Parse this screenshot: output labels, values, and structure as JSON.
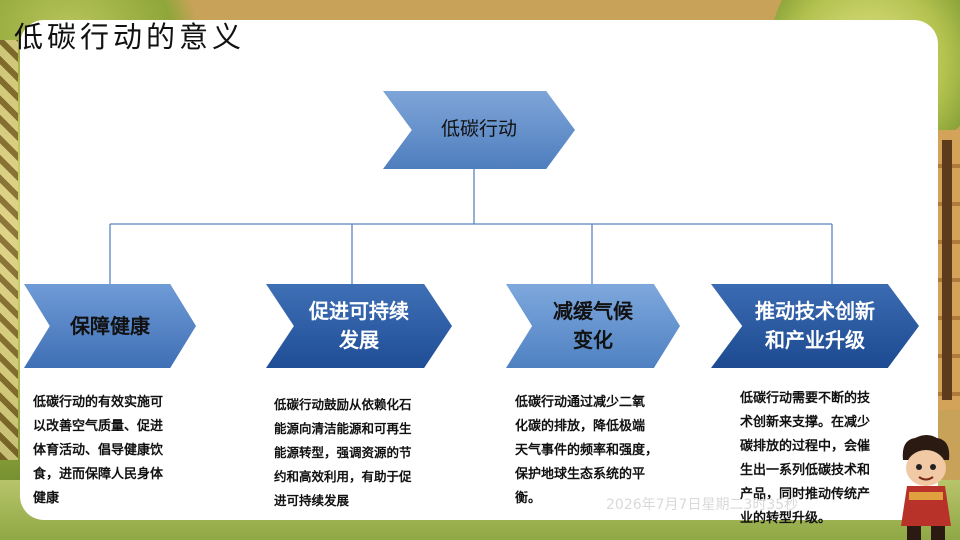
{
  "slide": {
    "title": "低碳行动的意义",
    "date_text": "2026年7月7日星期二3时35秒"
  },
  "diagram": {
    "root": {
      "label": "低碳行动"
    },
    "children": [
      {
        "label_lines": [
          "保障健康"
        ],
        "description": "低碳行动的有效实施可\n以改善空气质量、促进\n体育活动、倡导健康饮\n食，进而保障人民身体\n健康"
      },
      {
        "label_lines": [
          "促进可持续",
          "发展"
        ],
        "description": "低碳行动鼓励从依赖化石\n能源向清洁能源和可再生\n能源转型，强调资源的节\n约和高效利用，有助于促\n进可持续发展"
      },
      {
        "label_lines": [
          "减缓气候",
          "变化"
        ],
        "description": "低碳行动通过减少二氧\n化碳的排放，降低极端\n天气事件的频率和强度，\n保护地球生态系统的平\n衡。"
      },
      {
        "label_lines": [
          "推动技术创新",
          "和产业升级"
        ],
        "description": "低碳行动需要不断的技\n术创新来支撑。在减少\n碳排放的过程中，会催\n生出一系列低碳技术和\n产品，同时推动传统产\n业的转型升级。"
      }
    ]
  },
  "colors": {
    "root_fill": "#6b95cf",
    "child_light": "#5a89c9",
    "child_dark": "#2a5aa3",
    "connector": "#5b85bf"
  }
}
